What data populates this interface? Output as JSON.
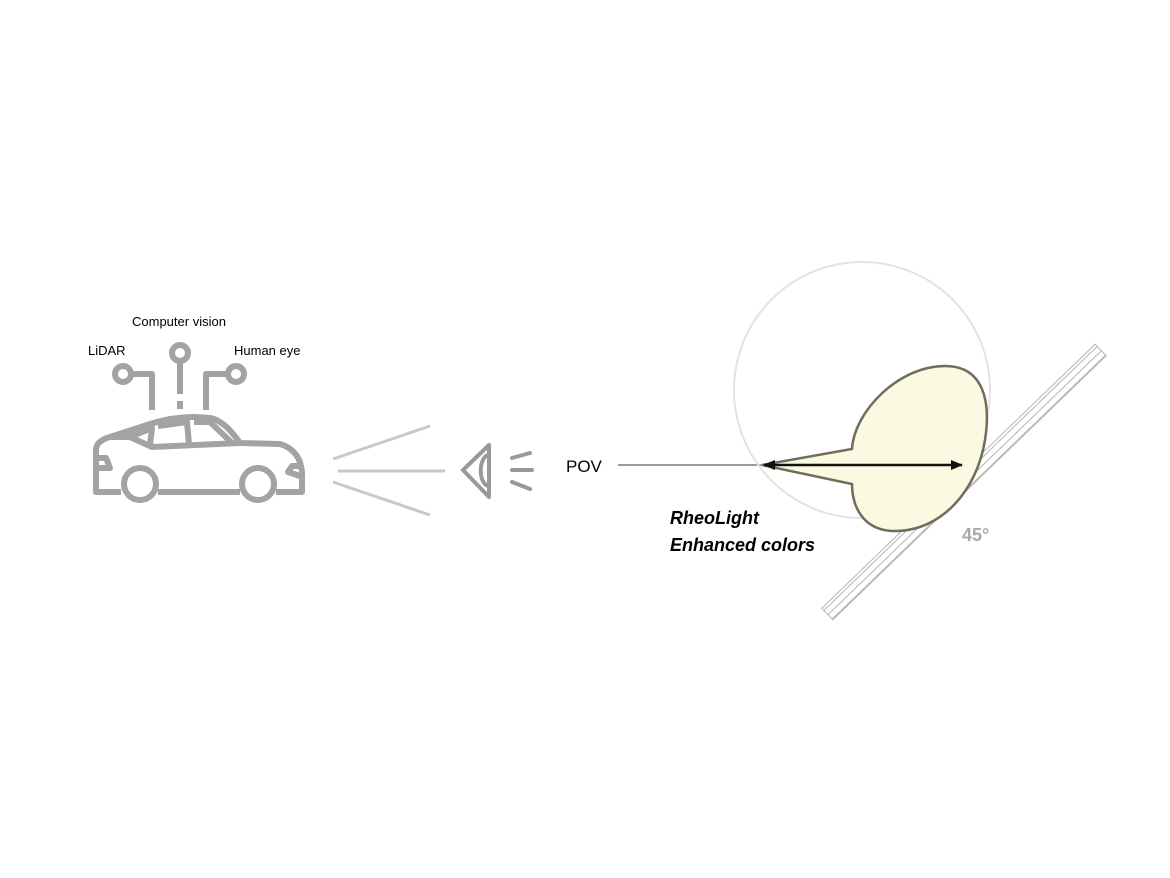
{
  "labels": {
    "computer_vision": "Computer vision",
    "lidar": "LiDAR",
    "human_eye": "Human eye",
    "pov": "POV",
    "product_line1": "RheoLight",
    "product_line2": "Enhanced colors",
    "angle": "45°"
  },
  "colors": {
    "icon_gray": "#a3a3a3",
    "ray_gray": "#c8c8c8",
    "lobe_fill": "#fcf9e3",
    "lobe_stroke": "#6e6e5a",
    "circle": "#e3e3e3",
    "angle_text": "#a8a8a8"
  },
  "icons": [
    "car-icon",
    "eye-icon",
    "sensor-node-icon"
  ]
}
